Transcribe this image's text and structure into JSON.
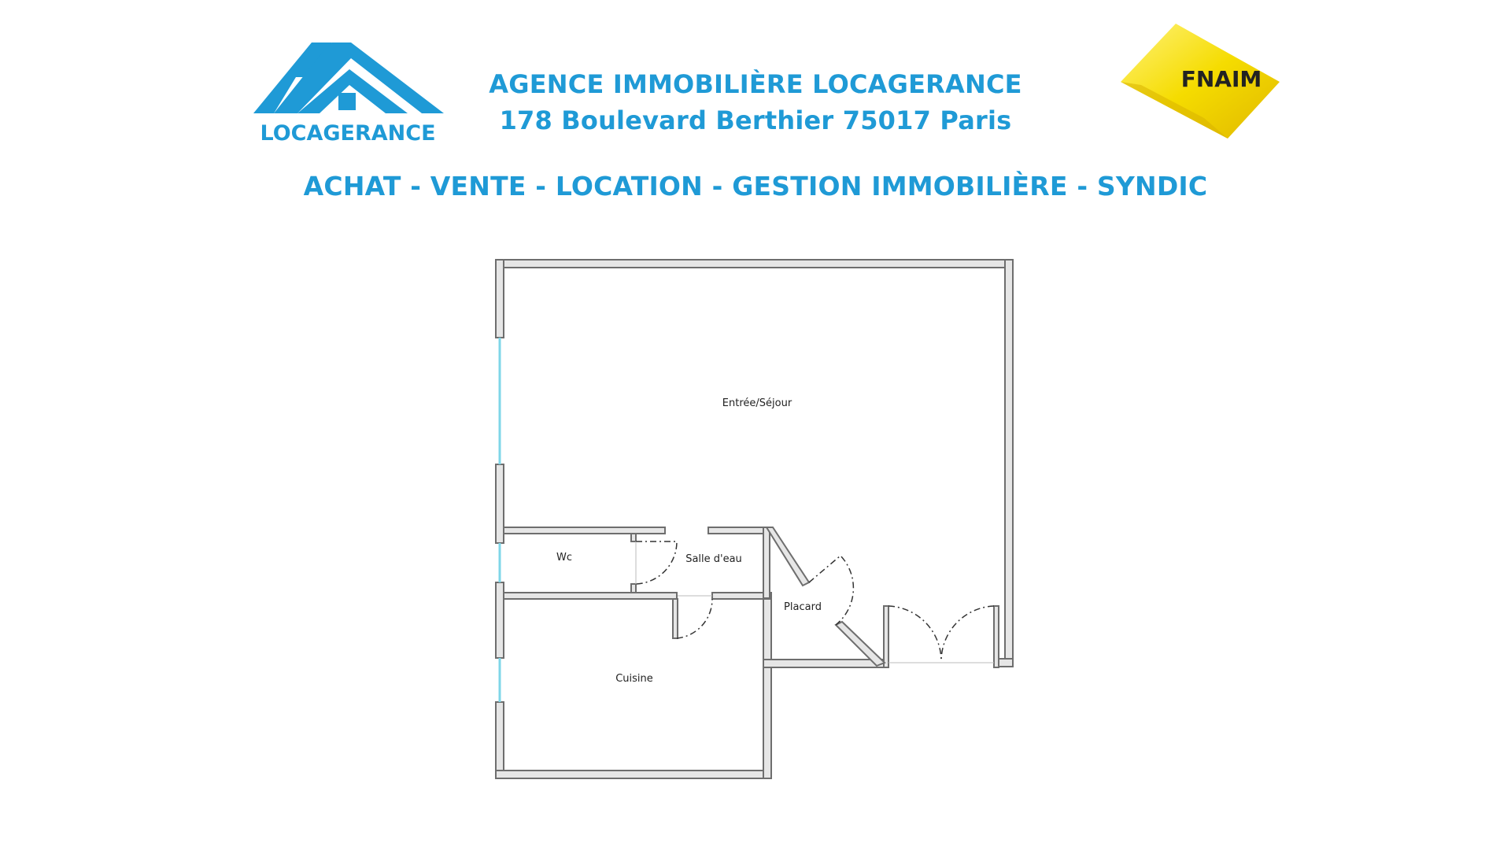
{
  "header": {
    "agency_name": "AGENCE IMMOBILIÈRE LOCAGERANCE",
    "address": "178 Boulevard Berthier 75017 Paris",
    "services": "ACHAT - VENTE - LOCATION - GESTION IMMOBILIÈRE - SYNDIC"
  },
  "logos": {
    "left_text": "LOCAGERANCE",
    "right_text": "FNAIM"
  },
  "rooms": {
    "sejour": "Entrée/Séjour",
    "wc": "Wc",
    "salle_eau": "Salle d'eau",
    "placard": "Placard",
    "cuisine": "Cuisine"
  },
  "colors": {
    "brand_blue": "#1f9ad6",
    "wall_grey": "#7d7d7d",
    "window_cyan": "#7fd6e8",
    "fnaim_yellow": "#f2d300"
  }
}
